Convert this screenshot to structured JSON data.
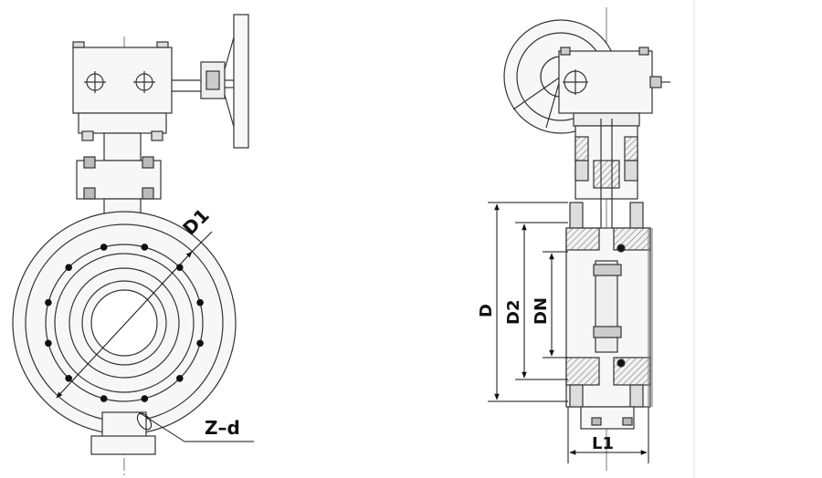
{
  "drawing": {
    "labels": {
      "d1": "D1",
      "zd": "Z–d",
      "d": "D",
      "d2": "D2",
      "dn": "DN",
      "l1": "L1"
    },
    "colors": {
      "line": "#333333",
      "fill": "#f7f7f7",
      "hatch": "#777777",
      "bolt": "#111111",
      "center": "#555555"
    }
  }
}
